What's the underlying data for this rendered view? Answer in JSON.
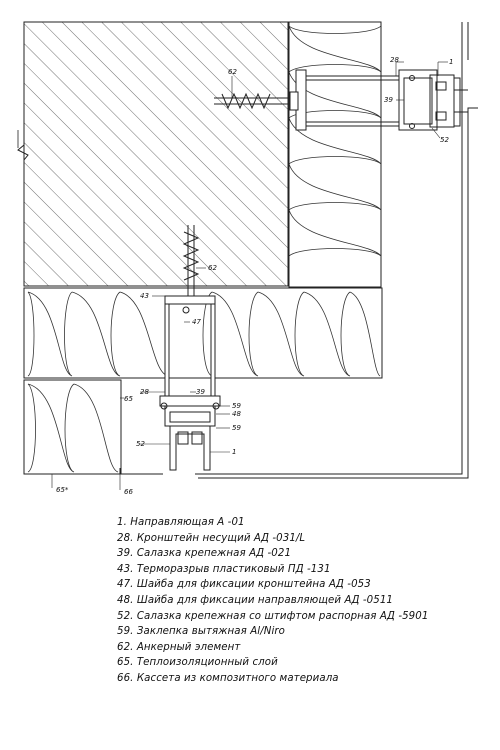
{
  "callouts": {
    "c1_top": "1",
    "c28_top": "28",
    "c39_top": "39",
    "c52_top": "52",
    "c62_top": "62",
    "c62_mid": "62",
    "c43": "43",
    "c47": "47",
    "c28_bottom": "28",
    "c39_bottom": "39",
    "c65": "65",
    "c59_a": "59",
    "c48": "48",
    "c59_b": "59",
    "c52_bottom": "52",
    "c1_bottom": "1",
    "c65_star": "65*",
    "c66": "66"
  },
  "legend": [
    "1.  Направляющая А -01",
    "28. Кронштейн несущий АД -031/L",
    "39. Салазка крепежная АД -021",
    "43. Терморазрыв пластиковый ПД -131",
    "47. Шайба для фиксации кронштейна АД -053",
    "48. Шайба для фиксации направляющей  АД -0511",
    "52. Салазка крепежная со штифтом распорная АД -5901",
    "59. Заклепка вытяжная Al/Niro",
    "62. Анкерный элемент",
    "65. Теплоизоляционный слой",
    "66. Кассета из композитного материала"
  ]
}
